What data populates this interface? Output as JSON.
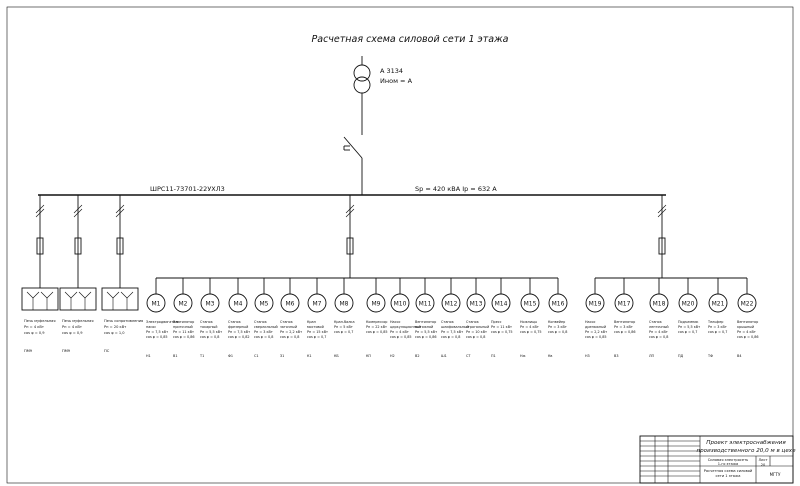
{
  "title": "Расчетная схема силовой сети 1 этажа",
  "transformer": {
    "line1": "A 3134",
    "line2": "Ином =    A"
  },
  "bus_left_label": "ШРС11-73701-22УХЛ3",
  "bus_right_label": "Sр = 420 кВА Iр = 632 А",
  "furnaces": [
    {
      "id": "P1",
      "desc": [
        "Печь муфельная",
        "Рн = 4 кВт",
        "cos φ = 0,9"
      ],
      "code": "ПМ9"
    },
    {
      "id": "P2",
      "desc": [
        "Печь муфельная",
        "Рн = 4 кВт",
        "cos φ = 0,9"
      ],
      "code": "ПМ9"
    },
    {
      "id": "P3",
      "desc": [
        "Печь сопротивления",
        "Рн = 20 кВт",
        "cos φ = 1,0"
      ],
      "code": "ПС"
    }
  ],
  "motors": [
    {
      "label": "M1",
      "desc": [
        "Электродвигатель",
        "насос",
        "Рн = 7,5 кВт",
        "cos φ = 0,85"
      ],
      "code": "Н1"
    },
    {
      "label": "M2",
      "desc": [
        "Вентилятор",
        "приточный",
        "Рн = 11 кВт",
        "cos φ = 0,86"
      ],
      "code": "В1"
    },
    {
      "label": "M3",
      "desc": [
        "Станок",
        "токарный",
        "Рн = 5,5 кВт",
        "cos φ = 0,8"
      ],
      "code": "Т1"
    },
    {
      "label": "M4",
      "desc": [
        "Станок",
        "фрезерный",
        "Рн = 7,5 кВт",
        "cos φ = 0,82"
      ],
      "code": "Ф1"
    },
    {
      "label": "M5",
      "desc": [
        "Станок",
        "сверлильный",
        "Рн = 3 кВт",
        "cos φ = 0,8"
      ],
      "code": "С1"
    },
    {
      "label": "M6",
      "desc": [
        "Станок",
        "заточный",
        "Рн = 2,2 кВт",
        "cos φ = 0,8"
      ],
      "code": "З1"
    },
    {
      "label": "M7",
      "desc": [
        "Кран",
        "мостовой",
        "Рн = 15 кВт",
        "cos φ = 0,7"
      ],
      "code": "К1"
    },
    {
      "label": "M8",
      "desc": [
        "Кран-балка",
        "Рн = 5 кВт",
        "cos φ = 0,7"
      ],
      "code": "КБ"
    },
    {
      "label": "M9",
      "desc": [
        "Компрессор",
        "Рн = 22 кВт",
        "cos φ = 0,85"
      ],
      "code": "КП"
    },
    {
      "label": "M10",
      "desc": [
        "Насос",
        "циркуляционный",
        "Рн = 4 кВт",
        "cos φ = 0,85"
      ],
      "code": "Н2"
    },
    {
      "label": "M11",
      "desc": [
        "Вентилятор",
        "вытяжной",
        "Рн = 5,5 кВт",
        "cos φ = 0,86"
      ],
      "code": "В2"
    },
    {
      "label": "M12",
      "desc": [
        "Станок",
        "шлифовальный",
        "Рн = 7,5 кВт",
        "cos φ = 0,8"
      ],
      "code": "Ш1"
    },
    {
      "label": "M13",
      "desc": [
        "Станок",
        "строгальный",
        "Рн = 10 кВт",
        "cos φ = 0,8"
      ],
      "code": "СТ"
    },
    {
      "label": "M14",
      "desc": [
        "Пресс",
        "Рн = 11 кВт",
        "cos φ = 0,75"
      ],
      "code": "П1"
    },
    {
      "label": "M15",
      "desc": [
        "Ножницы",
        "Рн = 4 кВт",
        "cos φ = 0,75"
      ],
      "code": "Нж"
    },
    {
      "label": "M16",
      "desc": [
        "Конвейер",
        "Рн = 3 кВт",
        "cos φ = 0,8"
      ],
      "code": "Кв"
    },
    {
      "label": "M19",
      "desc": [
        "Насос",
        "дренажный",
        "Рн = 2,2 кВт",
        "cos φ = 0,85"
      ],
      "code": "Н3"
    },
    {
      "label": "M17",
      "desc": [
        "Вентилятор",
        "Рн = 3 кВт",
        "cos φ = 0,86"
      ],
      "code": "В3"
    },
    {
      "label": "M18",
      "desc": [
        "Станок",
        "ленточный",
        "Рн = 4 кВт",
        "cos φ = 0,8"
      ],
      "code": "ЛП"
    },
    {
      "label": "M20",
      "desc": [
        "Подъемник",
        "Рн = 5,5 кВт",
        "cos φ = 0,7"
      ],
      "code": "ПД"
    },
    {
      "label": "M21",
      "desc": [
        "Тельфер",
        "Рн = 3 кВт",
        "cos φ = 0,7"
      ],
      "code": "ТФ"
    },
    {
      "label": "M22",
      "desc": [
        "Вентилятор",
        "крышный",
        "Рн = 4 кВт",
        "cos φ = 0,86"
      ],
      "code": "В4"
    }
  ],
  "stamp": {
    "title": [
      "Проект электроснабжения",
      "производственного 20,0 м в цехе"
    ],
    "sub1": [
      "Силовая электросеть",
      "1-го этажа"
    ],
    "sub2": [
      "Расчетная схема силовой",
      "сети 1 этажа"
    ],
    "sheet_label": "Лист",
    "sheet_value": "20",
    "code": "МГТУ"
  }
}
